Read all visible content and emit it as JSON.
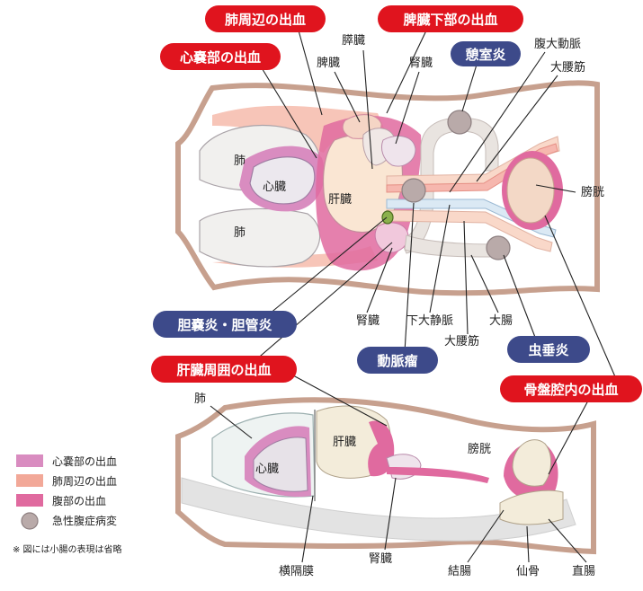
{
  "callouts": {
    "lung_hemorrhage": "肺周辺の出血",
    "spleen_lower_hemorrhage": "脾臓下部の出血",
    "pericardial_hemorrhage": "心嚢部の出血",
    "diverticulitis": "憩室炎",
    "cholecystitis": "胆嚢炎・胆管炎",
    "perihepatic_hemorrhage": "肝臓周囲の出血",
    "aneurysm": "動脈瘤",
    "appendicitis": "虫垂炎",
    "pelvic_hemorrhage": "骨盤腔内の出血"
  },
  "organs": {
    "lung_upper": "肺",
    "heart": "心臓",
    "lung_lower": "肺",
    "liver": "肝臓",
    "pancreas": "膵臓",
    "spleen": "脾臓",
    "kidney_top": "腎臓",
    "aorta": "腹大動脈",
    "psoas_top": "大腰筋",
    "bladder": "膀胱",
    "kidney_bottom": "腎臓",
    "ivc": "下大静脈",
    "colon": "大腸",
    "psoas_bottom": "大腰筋",
    "side_lung": "肺",
    "side_liver": "肝臓",
    "side_heart": "心臓",
    "side_bladder": "膀胱",
    "diaphragm": "横隔膜",
    "side_kidney": "腎臓",
    "sigmoid": "結腸",
    "sacrum": "仙骨",
    "rectum": "直腸"
  },
  "legend": [
    {
      "label": "心嚢部の出血",
      "color": "#d98cc0"
    },
    {
      "label": "肺周辺の出血",
      "color": "#f2a898"
    },
    {
      "label": "腹部の出血",
      "color": "#e06a9f"
    },
    {
      "label": "急性腹症病変",
      "color": "#b9aaa9"
    }
  ],
  "note": "※ 図には小腸の表現は省略",
  "colors": {
    "callout_red": "#e0141e",
    "callout_blue": "#3d4a8a",
    "body_outline": "#c7a08e"
  }
}
